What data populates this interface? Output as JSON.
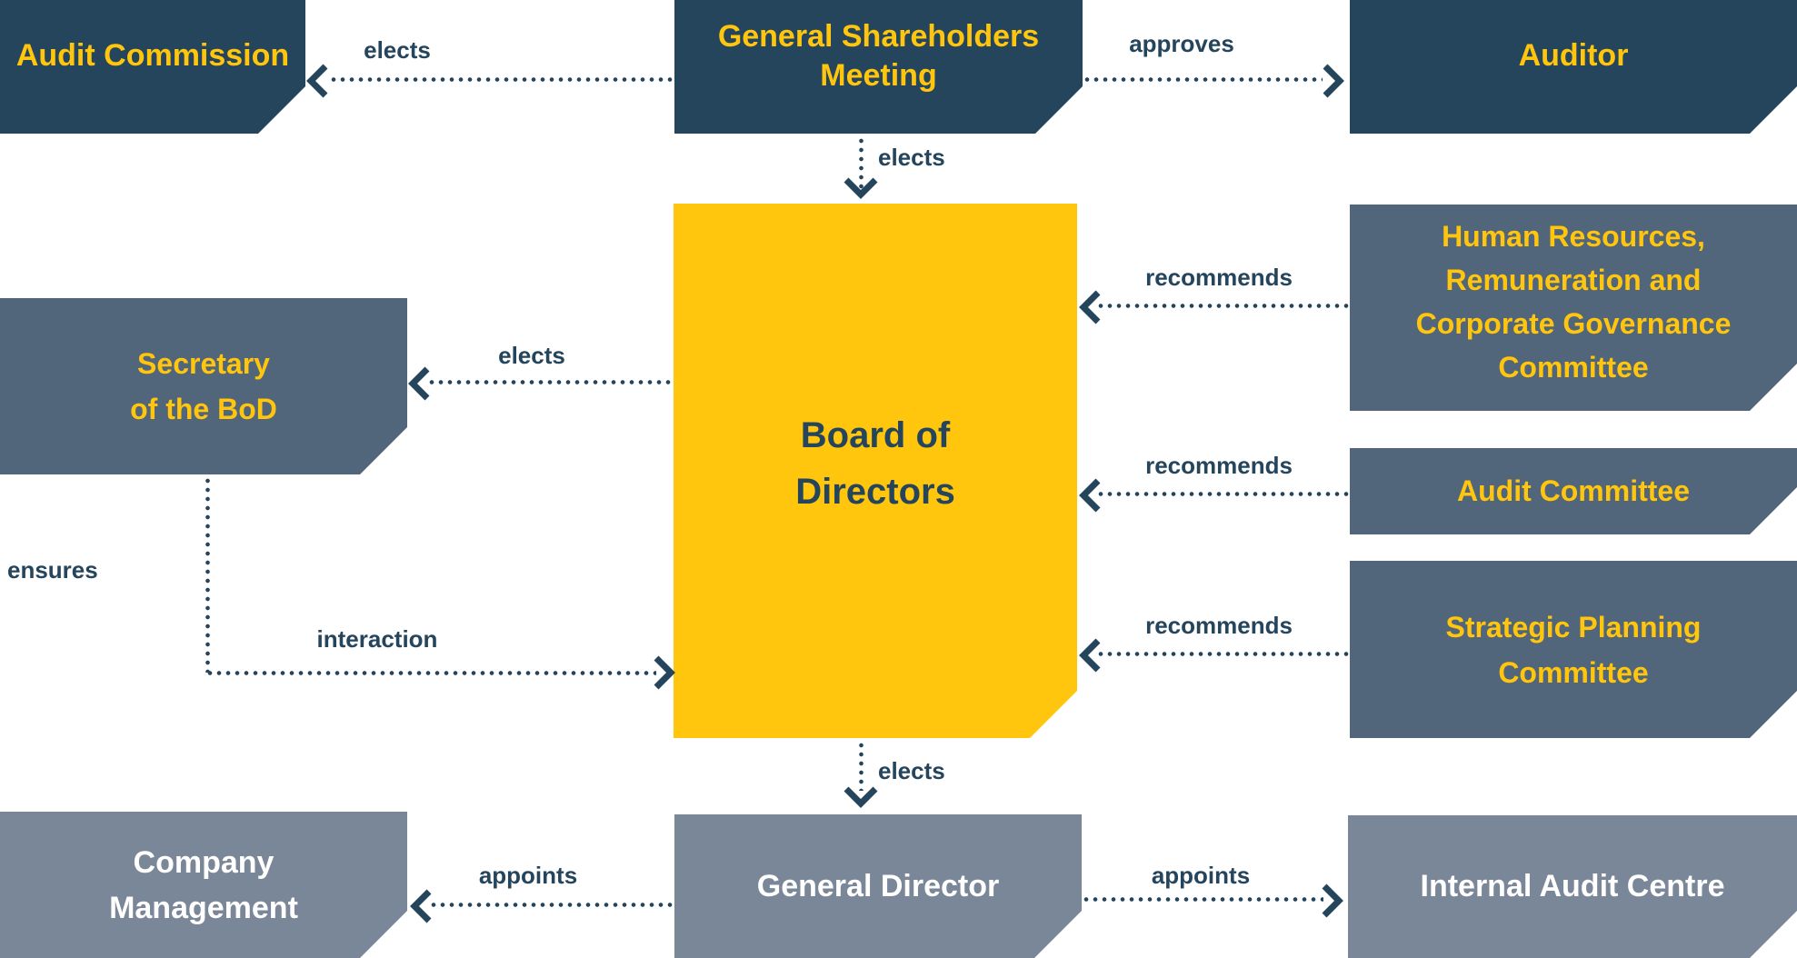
{
  "colors": {
    "navy": "#25455D",
    "slate": "#51657B",
    "gray": "#7A8799",
    "yellow": "#FFC60D",
    "white": "#FFFFFF"
  },
  "nodes": {
    "audit_commission": {
      "lines": [
        "Audit Commission"
      ]
    },
    "general_shareholders_meeting": {
      "lines": [
        "General Shareholders",
        "Meeting"
      ]
    },
    "auditor": {
      "lines": [
        "Auditor"
      ]
    },
    "board_of_directors": {
      "lines": [
        "Board of",
        "Directors"
      ]
    },
    "secretary_of_the_bod": {
      "lines": [
        "Secretary",
        "of the BoD"
      ]
    },
    "hr_remuneration_governance_committee": {
      "lines": [
        "Human Resources,",
        "Remuneration and",
        "Corporate Governance",
        "Committee"
      ]
    },
    "audit_committee": {
      "lines": [
        "Audit Committee"
      ]
    },
    "strategic_planning_committee": {
      "lines": [
        "Strategic Planning",
        "Committee"
      ]
    },
    "company_management": {
      "lines": [
        "Company",
        "Management"
      ]
    },
    "general_director": {
      "lines": [
        "General Director"
      ]
    },
    "internal_audit_centre": {
      "lines": [
        "Internal Audit Centre"
      ]
    }
  },
  "edges": {
    "elects_audit_commission": "elects",
    "approves_auditor": "approves",
    "elects_board": "elects",
    "elects_secretary": "elects",
    "recommends_hr": "recommends",
    "recommends_audit": "recommends",
    "recommends_strategic": "recommends",
    "interaction": "interaction",
    "ensures": "ensures",
    "elects_general_director": "elects",
    "appoints_company_management": "appoints",
    "appoints_internal_audit_centre": "appoints"
  }
}
